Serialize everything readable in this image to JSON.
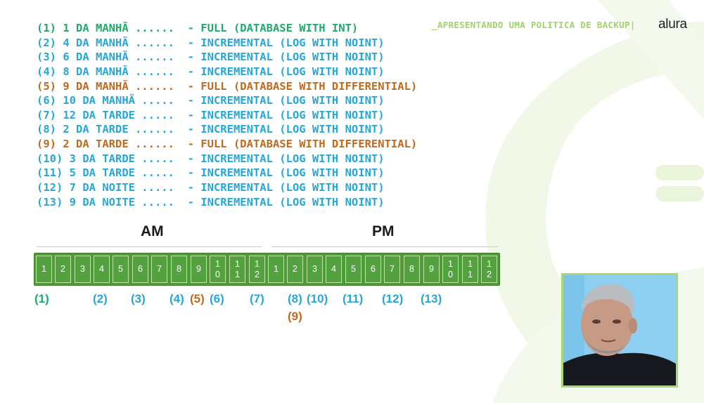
{
  "header": {
    "tag": "_APRESENTANDO UMA POLITICA DE BACKUP|",
    "logo": "alura"
  },
  "schedule": [
    {
      "text": "(1) 1 DA MANHÃ ......  - FULL (DATABASE WITH INT)",
      "color": "green"
    },
    {
      "text": "(2) 4 DA MANHÃ ......  - INCREMENTAL (LOG WITH NOINT)",
      "color": "blue"
    },
    {
      "text": "(3) 6 DA MANHÃ ......  - INCREMENTAL (LOG WITH NOINT)",
      "color": "blue"
    },
    {
      "text": "(4) 8 DA MANHÃ ......  - INCREMENTAL (LOG WITH NOINT)",
      "color": "blue"
    },
    {
      "text": "(5) 9 DA MANHÃ ......  - FULL (DATABASE WITH DIFFERENTIAL)",
      "color": "orange"
    },
    {
      "text": "(6) 10 DA MANHÃ .....  - INCREMENTAL (LOG WITH NOINT)",
      "color": "blue"
    },
    {
      "text": "(7) 12 DA TARDE .....  - INCREMENTAL (LOG WITH NOINT)",
      "color": "blue"
    },
    {
      "text": "(8) 2 DA TARDE ......  - INCREMENTAL (LOG WITH NOINT)",
      "color": "blue"
    },
    {
      "text": "(9) 2 DA TARDE ......  - FULL (DATABASE WITH DIFFERENTIAL)",
      "color": "orange"
    },
    {
      "text": "(10) 3 DA TARDE .....  - INCREMENTAL (LOG WITH NOINT)",
      "color": "blue"
    },
    {
      "text": "(11) 5 DA TARDE .....  - INCREMENTAL (LOG WITH NOINT)",
      "color": "blue"
    },
    {
      "text": "(12) 7 DA NOITE .....  - INCREMENTAL (LOG WITH NOINT)",
      "color": "blue"
    },
    {
      "text": "(13) 9 DA NOITE .....  - INCREMENTAL (LOG WITH NOINT)",
      "color": "blue"
    }
  ],
  "timeline": {
    "am_label": "AM",
    "pm_label": "PM",
    "hours": [
      "1",
      "2",
      "3",
      "4",
      "5",
      "6",
      "7",
      "8",
      "9",
      "10",
      "11",
      "12",
      "1",
      "2",
      "3",
      "4",
      "5",
      "6",
      "7",
      "8",
      "9",
      "10",
      "11",
      "12"
    ],
    "markers": [
      {
        "text": "(1)",
        "color": "green"
      },
      {
        "text": "(2)",
        "color": "blue"
      },
      {
        "text": "(3)",
        "color": "blue"
      },
      {
        "text": "(4)",
        "color": "blue"
      },
      {
        "text": "(5)",
        "color": "orange"
      },
      {
        "text": "(6)",
        "color": "blue"
      },
      {
        "text": "(7)",
        "color": "blue"
      },
      {
        "text": "(8)",
        "color": "blue"
      },
      {
        "text": "(10)",
        "color": "blue"
      },
      {
        "text": "(11)",
        "color": "blue"
      },
      {
        "text": "(12)",
        "color": "blue"
      },
      {
        "text": "(13)",
        "color": "blue"
      },
      {
        "text": "(9)",
        "color": "orange"
      }
    ]
  },
  "colors": {
    "green": "#22a86a",
    "blue": "#27a7d8",
    "orange": "#c06a1e",
    "bar": "#4f9a39",
    "accent": "#9fd46a"
  }
}
